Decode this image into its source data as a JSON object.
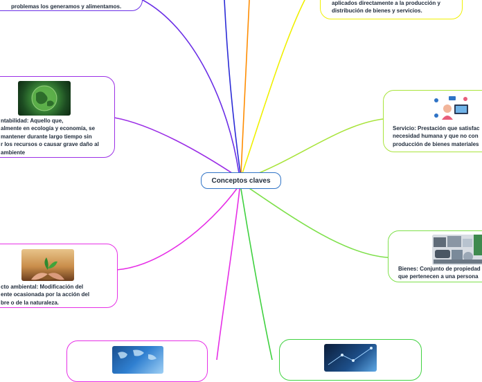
{
  "central_topic": "Conceptos claves",
  "colors": {
    "center_border": "#2f73c6",
    "blue": "#2a2ad6",
    "orange": "#ff8c00",
    "yellow": "#f0f000",
    "lime": "#a8e43a",
    "green": "#7ee04a",
    "bright_green": "#3fd13f",
    "magenta": "#e62ee6",
    "purple": "#9b2ee6",
    "indigo": "#6a2ee6"
  },
  "topics": {
    "problemas": {
      "lines": [
        "problemas los generamos y alimentamos."
      ]
    },
    "produccion": {
      "lines": [
        "aplicados directamente a la producción y",
        "distribución de bienes y servicios."
      ]
    },
    "sostenibilidad": {
      "lines": [
        "ntabilidad: Aquello que,",
        "almente en ecología y economía, se",
        "mantener durante largo tiempo sin",
        "r los recursos o causar grave daño al",
        "ambiente"
      ],
      "image": "green-earth-image"
    },
    "servicio": {
      "lines": [
        "Servicio: Prestación que satisfac",
        "necesidad humana y que no con",
        "producción de bienes materiales"
      ],
      "image": "customer-service-icons-image"
    },
    "bienes": {
      "lines": [
        "Bienes: Conjunto de propiedad",
        "que pertenecen a una persona"
      ],
      "image": "goods-collage-image"
    },
    "impacto": {
      "lines": [
        "cto ambiental: Modificación del",
        "ente ocasionada por la acción del",
        "bre o de la naturaleza."
      ],
      "image": "seedling-in-hands-image"
    },
    "bottom_left": {
      "image": "world-map-image"
    },
    "bottom_right": {
      "image": "technology-image"
    }
  }
}
